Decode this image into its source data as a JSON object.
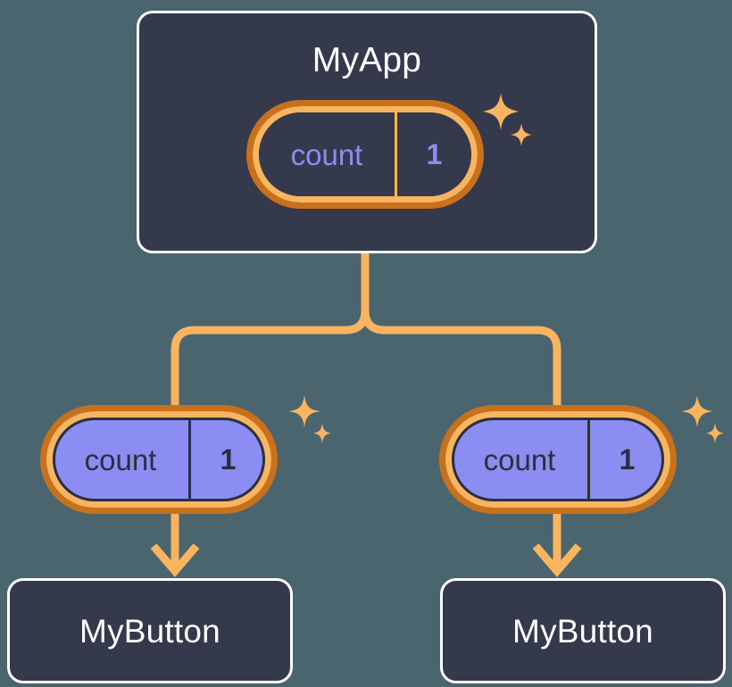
{
  "diagram": {
    "title": "react-state-lifting-tree",
    "background_color": "#4b656f",
    "palette": {
      "card_fill": "#343a4b",
      "card_border": "#ffffff",
      "wire": "#f8b45f",
      "ring_outer": "#c8711a",
      "ring_inner": "#f8b45f",
      "state_purple": "#8b8df2",
      "dark_text": "#2b303d",
      "white_text": "#ffffff"
    }
  },
  "root": {
    "name": "root-component",
    "title": "MyApp",
    "state": {
      "key": "count",
      "value": "1",
      "sparkle": "sparkle-icon"
    }
  },
  "branches": [
    {
      "name": "left-branch",
      "state": {
        "key": "count",
        "value": "1",
        "sparkle": "sparkle-icon"
      },
      "child": {
        "title": "MyButton"
      }
    },
    {
      "name": "right-branch",
      "state": {
        "key": "count",
        "value": "1",
        "sparkle": "sparkle-icon"
      },
      "child": {
        "title": "MyButton"
      }
    }
  ],
  "connectors": {
    "trunk": "vertical-line-from-root",
    "fork": "tee-split-to-two-children",
    "arrows": "downward-arrow-to-child-component"
  }
}
